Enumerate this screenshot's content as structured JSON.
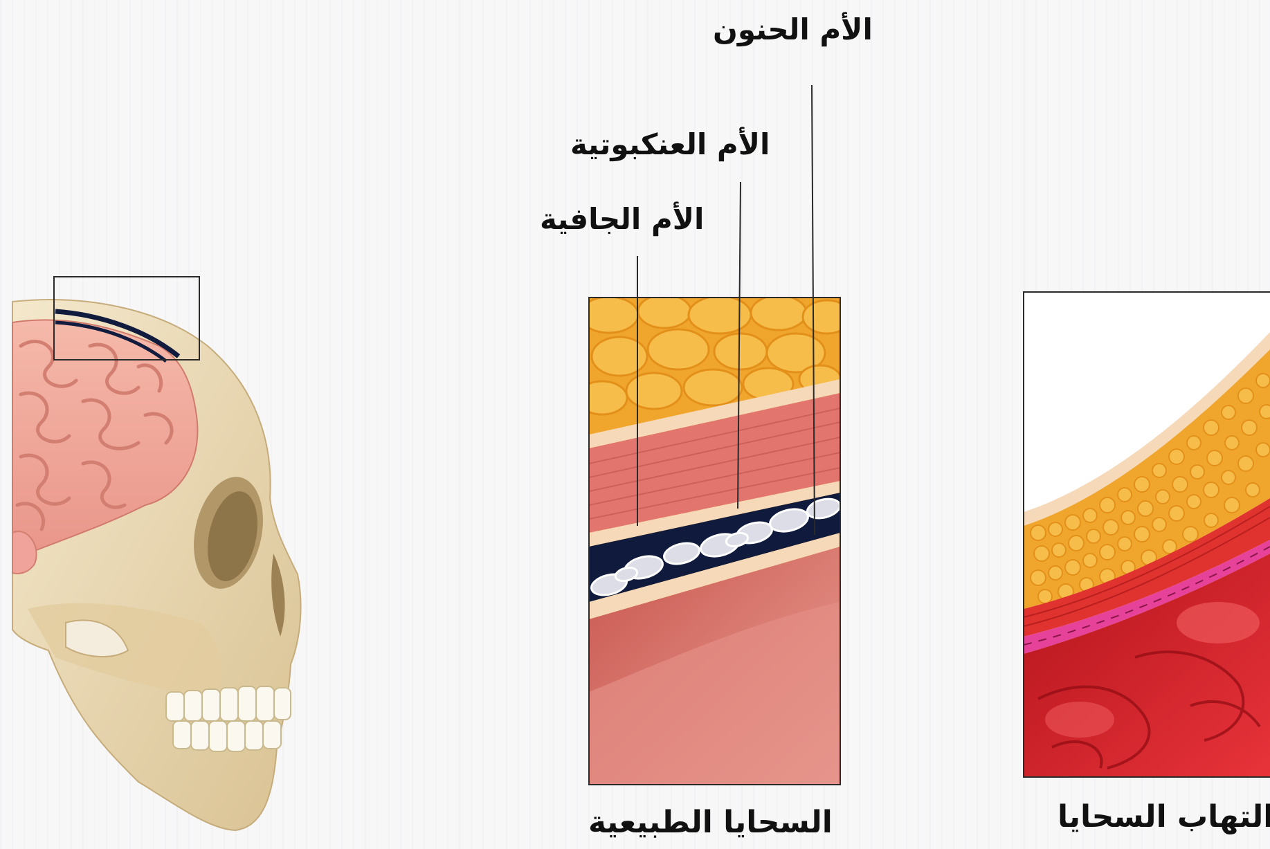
{
  "labels": {
    "pia_mater": "الأم الحنون",
    "arachnoid_mater": "الأم العنكبوتية",
    "dura_mater": "الأم الجافية"
  },
  "captions": {
    "normal_meninges": "السحايا الطبيعية",
    "meningitis": "التهاب السحايا"
  },
  "colors": {
    "fat": "#f0a52c",
    "muscle": "#e2766e",
    "cream": "#f6d9b8",
    "csf_dark": "#0f1a3c",
    "brain": "#cf5d55",
    "inflamed": "#d8202a",
    "bone": "#ead9b2"
  }
}
